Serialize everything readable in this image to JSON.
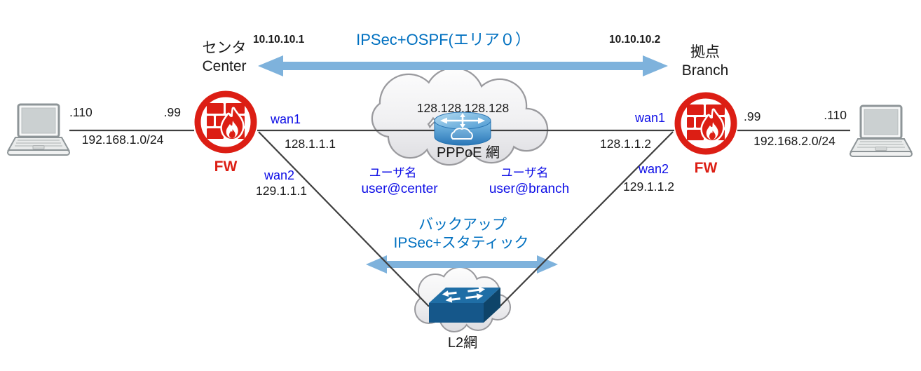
{
  "colors": {
    "tunnel_label_blue": "#0070C0",
    "interface_label_blue": "#0D0DE6",
    "firewall_red": "#DC1E14",
    "arrow_blue": "#7EB2DC",
    "line_dark": "#3F3F3F"
  },
  "sites": {
    "center": {
      "name_jp": "センタ",
      "name_en": "Center",
      "fw_label": "FW",
      "tunnel_ip": "10.10.10.1",
      "wan1_label": "wan1",
      "wan1_ip": "128.1.1.1",
      "wan2_label": "wan2",
      "wan2_ip": "129.1.1.1",
      "pppoe_user_caption": "ユーザ名",
      "pppoe_user": "user@center",
      "lan": {
        "pc_suffix": ".110",
        "fw_suffix": ".99",
        "subnet": "192.168.1.0/24"
      }
    },
    "branch": {
      "name_jp": "拠点",
      "name_en": "Branch",
      "fw_label": "FW",
      "tunnel_ip": "10.10.10.2",
      "wan1_label": "wan1",
      "wan1_ip": "128.1.1.2",
      "wan2_label": "wan2",
      "wan2_ip": "129.1.1.2",
      "pppoe_user_caption": "ユーザ名",
      "pppoe_user": "user@branch",
      "lan": {
        "pc_suffix": ".110",
        "fw_suffix": ".99",
        "subnet": "192.168.2.0/24"
      }
    }
  },
  "tunnels": {
    "primary_label": "IPSec+OSPF(エリア０）",
    "backup_label_line1": "バックアップ",
    "backup_label_line2": "IPSec+スタティック"
  },
  "clouds": {
    "pppoe": {
      "ip": "128.128.128.128",
      "label": "PPPoE 網"
    },
    "l2": {
      "label": "L2網"
    }
  }
}
